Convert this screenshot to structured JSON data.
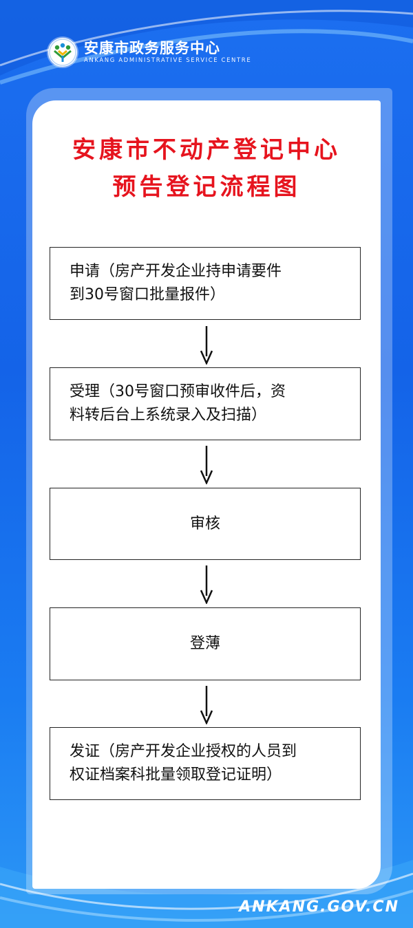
{
  "header": {
    "org_name": "安康市政务服务中心",
    "org_name_en": "ANKANG ADMINISTRATIVE SERVICE CENTRE"
  },
  "title": {
    "line1": "安康市不动产登记中心",
    "line2": "预告登记流程图"
  },
  "steps": [
    {
      "label": "申请（房产开发企业持申请要件\n到30号窗口批量报件）"
    },
    {
      "label": "受理（30号窗口预审收件后，资\n料转后台上系统录入及扫描）"
    },
    {
      "label": "审核"
    },
    {
      "label": "登薄"
    },
    {
      "label": "发证（房产开发企业授权的人员到\n权证档案科批量领取登记证明）"
    }
  ],
  "footer": {
    "website": "ANKANG.GOV.CN"
  }
}
